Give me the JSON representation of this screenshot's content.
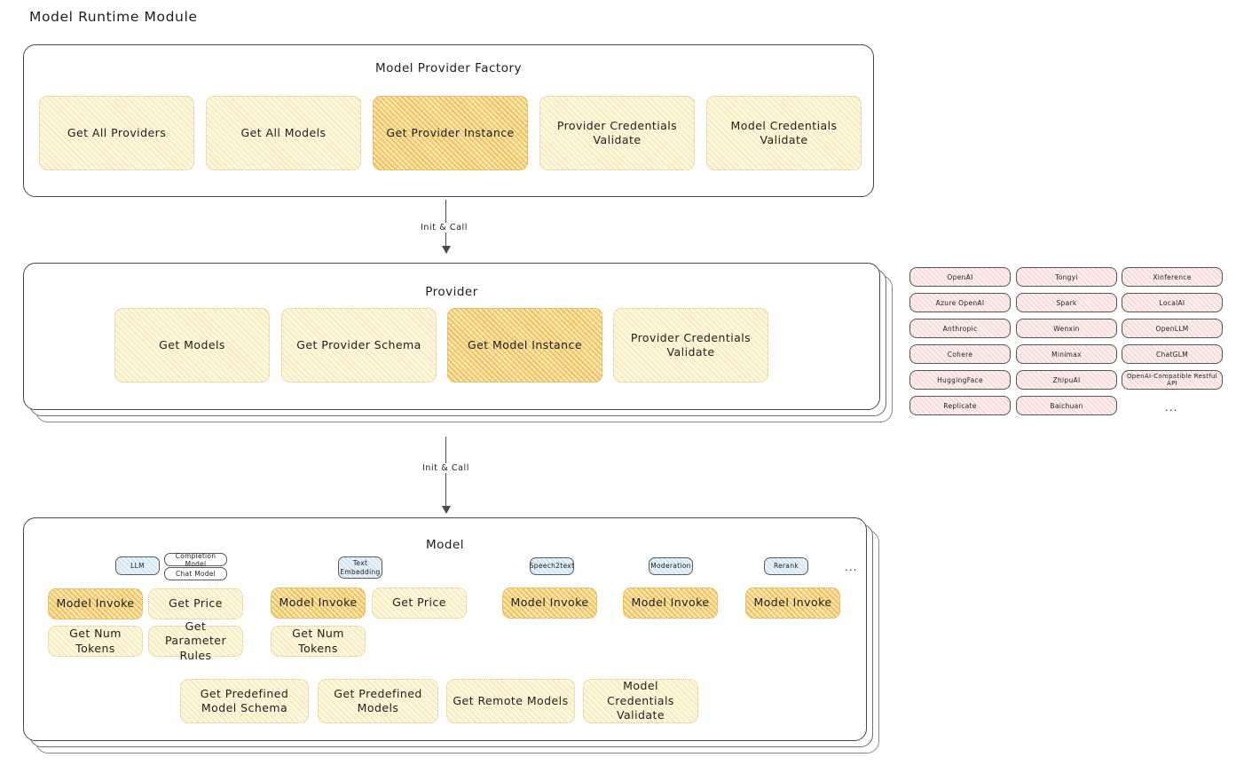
{
  "page": {
    "title": "Model Runtime Module",
    "background_color": "#ffffff",
    "ink_color": "#1e1e1e"
  },
  "colors": {
    "highlight_fill": "#fbe7b4",
    "normal_fill": "#fdf6df",
    "provider_chip_fill": "#fdeeee",
    "model_type_badge_fill": "#e8f2fb",
    "stroke": "#4a4a4a"
  },
  "factory": {
    "title": "Model Provider Factory",
    "boxes": [
      {
        "label": "Get All Providers",
        "highlighted": false
      },
      {
        "label": "Get All Models",
        "highlighted": false
      },
      {
        "label": "Get Provider Instance",
        "highlighted": true
      },
      {
        "label": "Provider Credentials Validate",
        "highlighted": false
      },
      {
        "label": "Model Credentials Validate",
        "highlighted": false
      }
    ]
  },
  "arrows": [
    {
      "label": "Init & Call",
      "from": "Model Provider Factory",
      "to": "Provider"
    },
    {
      "label": "Init & Call",
      "from": "Provider",
      "to": "Model"
    }
  ],
  "provider": {
    "title": "Provider",
    "stack_layers": 3,
    "boxes": [
      {
        "label": "Get Models",
        "highlighted": false
      },
      {
        "label": "Get Provider Schema",
        "highlighted": false
      },
      {
        "label": "Get Model Instance",
        "highlighted": true
      },
      {
        "label": "Provider Credentials Validate",
        "highlighted": false
      }
    ]
  },
  "provider_list": {
    "columns": [
      {
        "items": [
          "OpenAI",
          "Azure OpenAI",
          "Anthropic",
          "Cohere",
          "HuggingFace",
          "Replicate"
        ]
      },
      {
        "items": [
          "Tongyi",
          "Spark",
          "Wenxin",
          "Minimax",
          "ZhipuAI",
          "Baichuan"
        ]
      },
      {
        "items": [
          "Xinference",
          "LocalAI",
          "OpenLLM",
          "ChatGLM",
          "OpenAI-Compatible Restful API"
        ]
      }
    ],
    "more_indicator": "..."
  },
  "model": {
    "title": "Model",
    "stack_layers": 3,
    "more_indicator": "...",
    "groups": [
      {
        "type_badge": "LLM",
        "sub_chips": [
          "Completion Model",
          "Chat Model"
        ],
        "methods": [
          {
            "label": "Model Invoke",
            "highlighted": true
          },
          {
            "label": "Get Price",
            "highlighted": false
          },
          {
            "label": "Get Num Tokens",
            "highlighted": false
          },
          {
            "label": "Get Parameter Rules",
            "highlighted": false
          }
        ]
      },
      {
        "type_badge": "Text Embedding",
        "sub_chips": [],
        "methods": [
          {
            "label": "Model Invoke",
            "highlighted": true
          },
          {
            "label": "Get Price",
            "highlighted": false
          },
          {
            "label": "Get Num Tokens",
            "highlighted": false
          }
        ]
      },
      {
        "type_badge": "Speech2text",
        "sub_chips": [],
        "methods": [
          {
            "label": "Model Invoke",
            "highlighted": true
          }
        ]
      },
      {
        "type_badge": "Moderation",
        "sub_chips": [],
        "methods": [
          {
            "label": "Model Invoke",
            "highlighted": true
          }
        ]
      },
      {
        "type_badge": "Rerank",
        "sub_chips": [],
        "methods": [
          {
            "label": "Model Invoke",
            "highlighted": true
          }
        ]
      }
    ],
    "common_methods": [
      {
        "label": "Get Predefined Model Schema",
        "highlighted": false
      },
      {
        "label": "Get Predefined Models",
        "highlighted": false
      },
      {
        "label": "Get Remote Models",
        "highlighted": false
      },
      {
        "label": "Model Credentials Validate",
        "highlighted": false
      }
    ]
  }
}
